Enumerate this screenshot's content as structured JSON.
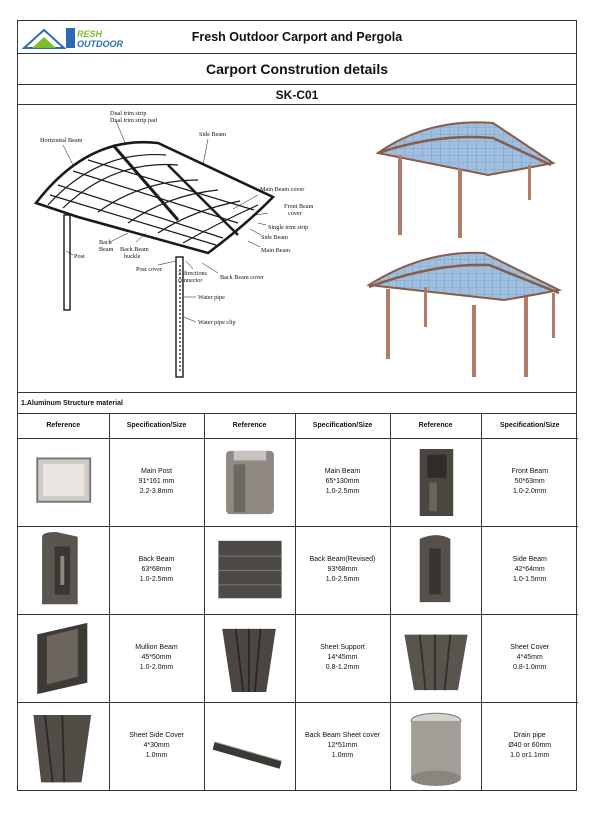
{
  "header": {
    "logo_line1": "RESH",
    "logo_line2": "OUTDOOR",
    "company": "Fresh Outdoor Carport and Pergola",
    "subtitle": "Carport Constrution details",
    "model": "SK-C01"
  },
  "diagram_labels": {
    "dual_trim_strip": "Dual trim strip",
    "dual_trim_strip_pad": "Dual trim strip pad",
    "horizontal_beam": "Horizontal Beam",
    "side_beam_top": "Side Beam",
    "main_beam_cover": "Main Beam cover",
    "front_beam": "Front Beam",
    "cover": "cover",
    "single_trim_strip": "Single trim strip",
    "side_beam": "Side Beam",
    "main_beam": "Main Beam",
    "back_beam": "Back",
    "back_beam2": "Beam",
    "back_beam_buckle": "Back Beam",
    "buckle": "buckle",
    "post": "Post",
    "post_cover": "Post cover",
    "directions_connector": "3 directions",
    "connector": "connector",
    "back_beam_cover": "Back Beam cover",
    "water_pipe": "Water pipe",
    "water_pipe_clip": "Water pipe clip"
  },
  "section_title": "1.Aluminum Structure material",
  "table": {
    "headers": [
      "Reference",
      "Specification/Size",
      "Reference",
      "Specification/Size",
      "Reference",
      "Specification/Size"
    ],
    "rows": [
      [
        {
          "icon": "main-post-profile",
          "name": "Main Post",
          "size": "91*161 mm",
          "thickness": "2.2-3.8mm"
        },
        {
          "icon": "main-beam-profile",
          "name": "Main Beam",
          "size": "65*130mm",
          "thickness": "1.0-2.5mm"
        },
        {
          "icon": "front-beam-profile",
          "name": "Front Beam",
          "size": "50*63mm",
          "thickness": "1.0-2.0mm"
        }
      ],
      [
        {
          "icon": "back-beam-profile",
          "name": "Back Beam",
          "size": "63*68mm",
          "thickness": "1.0-2.5mm"
        },
        {
          "icon": "back-beam-revised-profile",
          "name": "Back Beam(Revised)",
          "size": "93*68mm",
          "thickness": "1.0-2.5mm"
        },
        {
          "icon": "side-beam-profile",
          "name": "Side Beam",
          "size": "42*64mm",
          "thickness": "1.0-1.5mm"
        }
      ],
      [
        {
          "icon": "mullion-beam-profile",
          "name": "Mullion Beam",
          "size": "45*50mm",
          "thickness": "1.0-2.0mm"
        },
        {
          "icon": "sheet-support-profile",
          "name": "Sheet Support",
          "size": "14*45mm",
          "thickness": "0.8-1.2mm"
        },
        {
          "icon": "sheet-cover-profile",
          "name": "Sheet Cover",
          "size": "4*45mm",
          "thickness": "0.8-1.0mm"
        }
      ],
      [
        {
          "icon": "sheet-side-cover-profile",
          "name": "Sheet Side Cover",
          "size": "4*30mm",
          "thickness": "1.0mm"
        },
        {
          "icon": "back-beam-sheet-cover-profile",
          "name": "Back Beam Sheet cover",
          "size": "12*51mm",
          "thickness": "1.0mm"
        },
        {
          "icon": "drain-pipe-profile",
          "name": "Drain pipe",
          "size": "Ø40 or 60mm",
          "thickness": "1.0 or1.1mm"
        }
      ]
    ]
  },
  "colors": {
    "logo_green": "#7bbf2a",
    "logo_blue": "#2b6cb0",
    "frame_brown": "#8a5a4a",
    "roof_blue": "#8fb3d9",
    "aluminum": "#5b5752"
  }
}
